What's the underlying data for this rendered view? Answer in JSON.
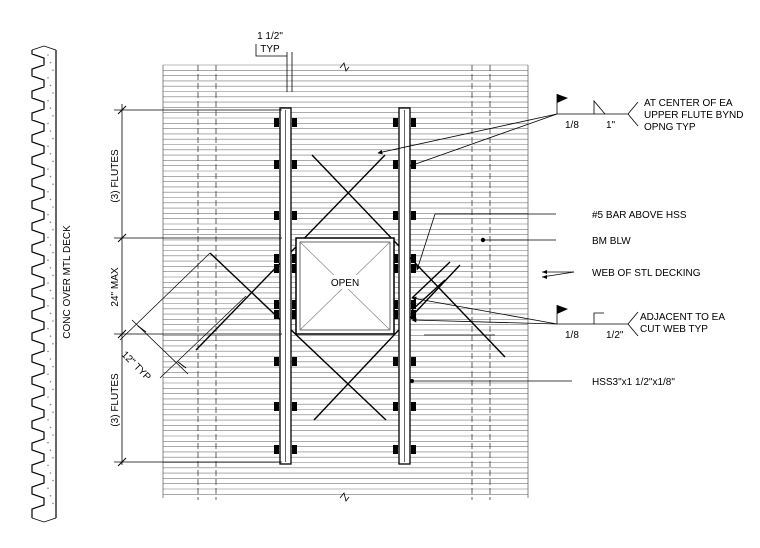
{
  "section": {
    "label": "CONC OVER MTL DECK"
  },
  "dimensions": {
    "top_typ": {
      "value": "1 1/2\"",
      "suffix": "TYP"
    },
    "left_flutes_top": "(3) FLUTES",
    "left_max": "24\" MAX",
    "left_flutes_bottom": "(3) FLUTES",
    "diag_typ": "12\" TYP"
  },
  "opening": {
    "label": "OPEN"
  },
  "weld_top": {
    "size": "1/8",
    "length": "1\"",
    "note_lines": [
      "AT CENTER OF EA",
      "UPPER FLUTE BYND",
      "OPNG TYP"
    ]
  },
  "weld_bottom": {
    "size": "1/8",
    "length": "1/2\"",
    "note_lines": [
      "ADJACENT TO EA",
      "CUT WEB TYP"
    ]
  },
  "callouts": {
    "bar": "#5 BAR ABOVE HSS",
    "beam": "BM BLW",
    "web": "WEB OF STL DECKING",
    "hss": "HSS3\"x1 1/2\"x1/8\""
  }
}
